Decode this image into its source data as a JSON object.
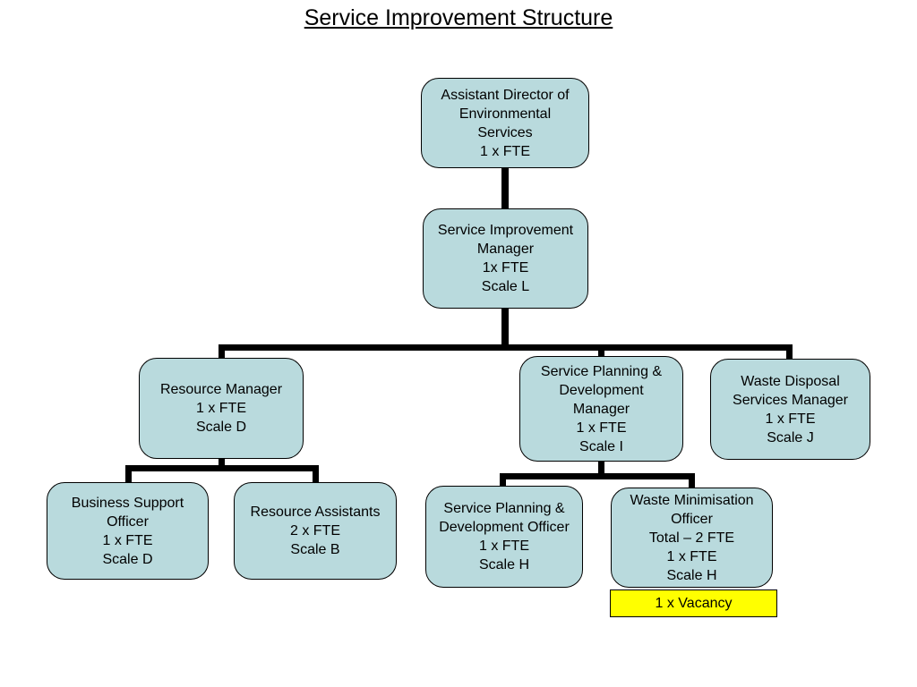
{
  "title": "Service Improvement Structure",
  "colors": {
    "background": "#ffffff",
    "box_fill": "#b9dadd",
    "box_border": "#000000",
    "connector": "#000000",
    "vacancy_fill": "#ffff00",
    "text": "#000000"
  },
  "nodes": {
    "assistant_director": {
      "text": "Assistant Director of\nEnvironmental\nServices\n1 x FTE"
    },
    "service_improvement_manager": {
      "text": "Service Improvement\nManager\n1x FTE\nScale L"
    },
    "resource_manager": {
      "text": "Resource Manager\n1 x FTE\nScale D"
    },
    "service_planning_development_manager": {
      "text": "Service Planning &\nDevelopment\nManager\n1 x FTE\nScale I"
    },
    "waste_disposal_services_manager": {
      "text": "Waste Disposal\nServices Manager\n1 x FTE\nScale J"
    },
    "business_support_officer": {
      "text": "Business Support\nOfficer\n1 x FTE\nScale D"
    },
    "resource_assistants": {
      "text": "Resource Assistants\n2 x FTE\nScale B"
    },
    "service_planning_development_officer": {
      "text": "Service Planning &\nDevelopment Officer\n1 x FTE\nScale H"
    },
    "waste_minimisation_officer": {
      "text": "Waste Minimisation\nOfficer\nTotal – 2 FTE\n1 x FTE\nScale H"
    },
    "vacancy": {
      "text": "1 x Vacancy"
    }
  }
}
